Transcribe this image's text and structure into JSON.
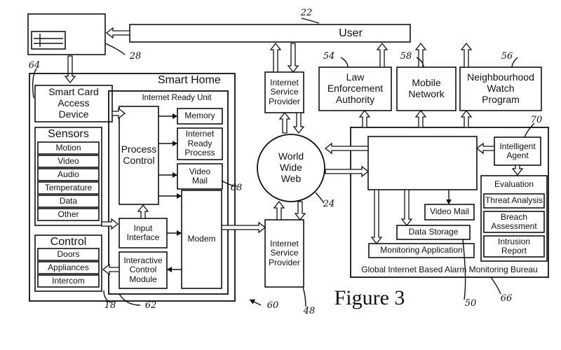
{
  "figure_caption": "Figure 3",
  "user": {
    "label": "User",
    "ref": "22"
  },
  "card": {
    "ref": "28"
  },
  "smart_home": {
    "title": "Smart Home",
    "access_device": "Smart Card\nAccess\nDevice",
    "access_ref": "64",
    "sensors": {
      "title": "Sensors",
      "items": [
        "Motion",
        "Video",
        "Audio",
        "Temperature",
        "Data",
        "Other"
      ]
    },
    "control": {
      "title": "Control",
      "items": [
        "Doors",
        "Appliances",
        "Intercom"
      ]
    },
    "internet_ready_unit": {
      "title": "Internet Ready Unit",
      "process_control": "Process\nControl",
      "memory": "Memory",
      "internet_ready_process": "Internet\nReady\nProcess",
      "video_mail": "Video\nMail",
      "video_mail_ref": "68",
      "input_interface": "Input\nInterface",
      "interactive_control": "Interactive\nControl\nModule",
      "modem": "Modem"
    },
    "refs": {
      "r18": "18",
      "r62": "62",
      "r60": "60"
    }
  },
  "isp_top": {
    "label": "Internet\nService\nProvider"
  },
  "isp_bottom": {
    "label": "Internet\nService\nProvider",
    "ref": "48"
  },
  "www": {
    "label": "World\nWide\nWeb",
    "ref": "24"
  },
  "law": {
    "label": "Law\nEnforcement\nAuthority",
    "ref": "54"
  },
  "mobile": {
    "label": "Mobile\nNetwork",
    "ref": "58"
  },
  "neighbour": {
    "label": "Neighbourhood\nWatch\nProgram",
    "ref": "56"
  },
  "bureau": {
    "title": "Global Internet Based Alarm Monitoring Bureau",
    "ref": "66",
    "agent": "Intelligent\nAgent",
    "agent_ref": "70",
    "evaluation": "Evaluation",
    "eval_items": [
      "Threat Analysis",
      "Breach\nAssessment",
      "Intrusion\nReport"
    ],
    "video_mail": "Video Mail",
    "data_storage": "Data Storage",
    "data_ref": "50",
    "monitoring": "Monitoring  Application"
  }
}
